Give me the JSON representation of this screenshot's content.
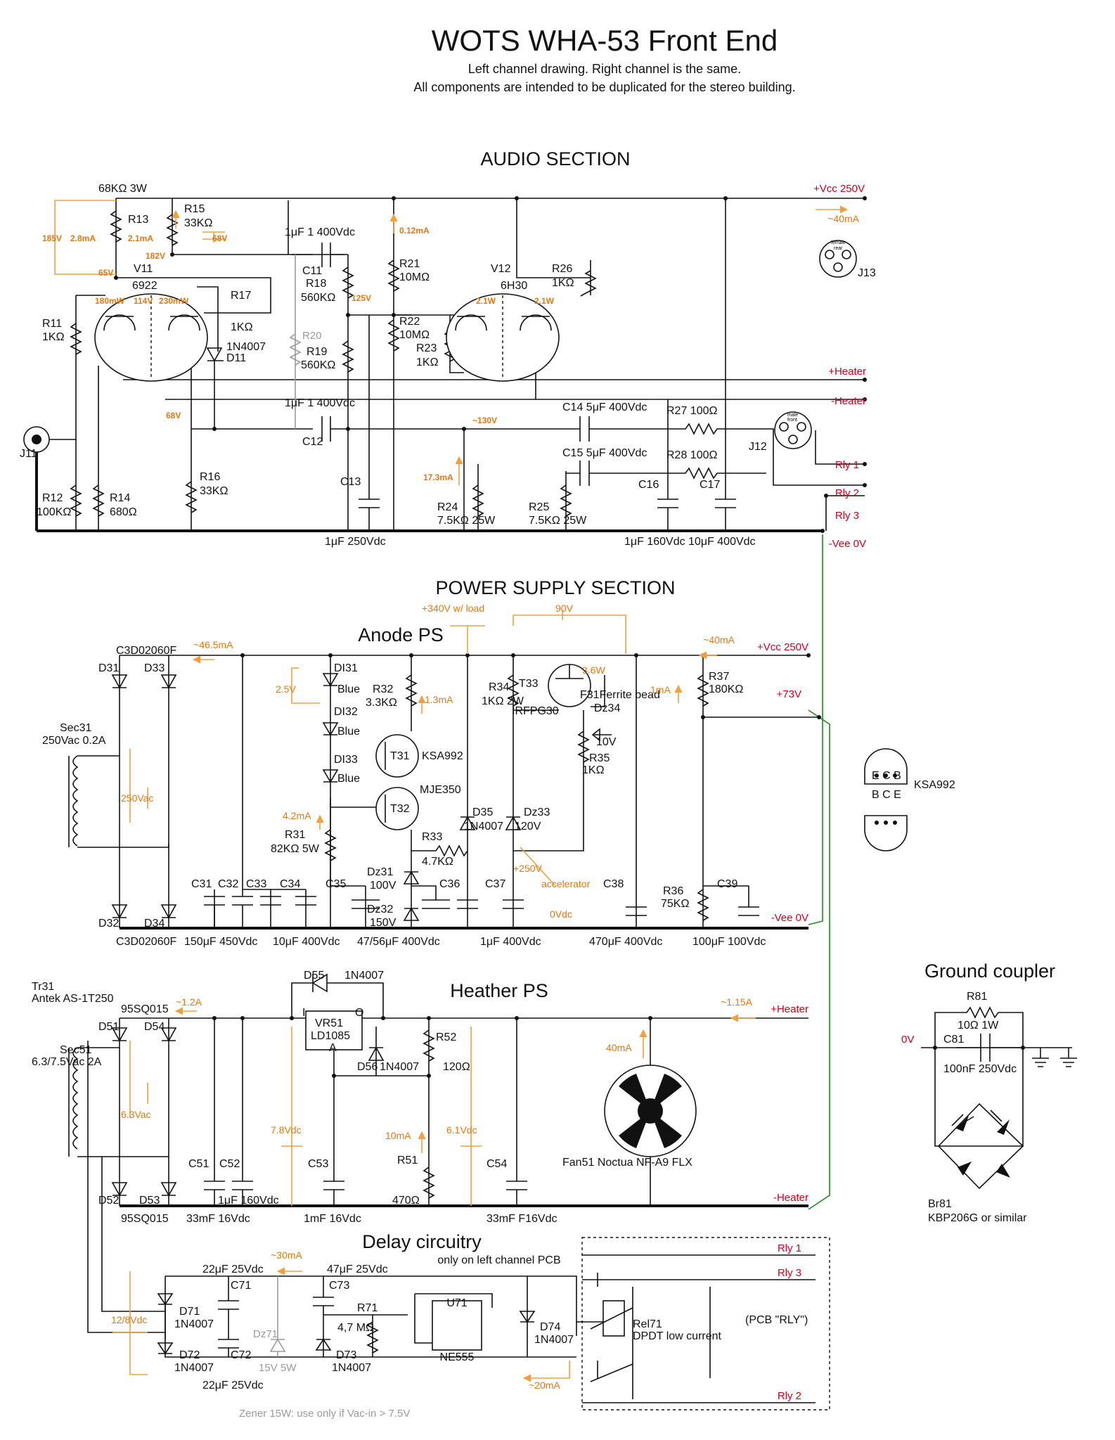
{
  "header": {
    "title": "WOTS WHA-53 Front End",
    "subtitle1": "Left channel drawing. Right channel is the same.",
    "subtitle2": "All components are intended to be duplicated for the stereo building."
  },
  "sections": {
    "audio": "AUDIO SECTION",
    "power": "POWER SUPPLY SECTION",
    "anode": "Anode PS",
    "heather": "Heather PS",
    "delay": "Delay circuitry",
    "delay_note": "only on left channel PCB",
    "ground": "Ground coupler"
  },
  "rails": {
    "vcc": "+Vcc 250V",
    "vcc_current": "~40mA",
    "heater_pos": "+Heater",
    "heater_neg": "-Heater",
    "rly1": "Rly 1",
    "rly2": "Rly 2",
    "rly3": "Rly 3",
    "vee": "-Vee 0V",
    "v73": "+73V",
    "vee2": "-Vee 0V",
    "vcc2": "+Vcc 250V",
    "vcc2_current": "~40mA",
    "heater_pos2": "+Heater",
    "heater_pos2_current": "~1.15A",
    "heater_neg2": "-Heater",
    "rly1b": "Rly 1",
    "rly3b": "Rly 3",
    "rly2b": "Rly 2"
  },
  "audio": {
    "r13": "R13",
    "r13_val": "68KΩ 3W",
    "r13_i": "2.1mA",
    "v185": "185V",
    "i28": "2.8mA",
    "r15": "R15",
    "r15_val": "33KΩ",
    "v68a": "68V",
    "v182": "182V",
    "v65": "65V",
    "v11": "V11",
    "v11_type": "6922",
    "p180": "180mW",
    "v114": "114V",
    "p230": "230mW",
    "r17": "R17",
    "r17_val": "1KΩ",
    "d11_type": "1N4007",
    "d11": "D11",
    "r11": "R11",
    "r11_val": "1KΩ",
    "r12": "R12",
    "r12_val": "100KΩ",
    "r14": "R14",
    "r14_val": "680Ω",
    "r16": "R16",
    "r16_val": "33KΩ",
    "v68b": "68V",
    "j11": "J11",
    "c11_val": "1μF 1 400Vdc",
    "c11": "C11",
    "r18": "R18",
    "r18_val": "560KΩ",
    "r20": "R20",
    "r19": "R19",
    "r19_val": "560KΩ",
    "v125": "125V",
    "c12_val": "1μF 1 400Vdc",
    "c12": "C12",
    "i012": "0.12mA",
    "r21": "R21",
    "r21_val": "10MΩ",
    "r22": "R22",
    "r22_val": "10MΩ",
    "r23": "R23",
    "r23_val": "1KΩ",
    "c13": "C13",
    "c13_val": "1μF 250Vdc",
    "v12": "V12",
    "v12_type": "6H30",
    "p21a": "2.1W",
    "p21b": "2.1W",
    "r26": "R26",
    "r26_val": "1KΩ",
    "v130": "~130V",
    "i173": "17.3mA",
    "r24": "R24",
    "r24_val": "7.5KΩ 25W",
    "r25": "R25",
    "r25_val": "7.5KΩ 25W",
    "c14_val": "C14 5μF 400Vdc",
    "c15_val": "C15 5μF 400Vdc",
    "r27_val": "R27 100Ω",
    "r28_val": "R28 100Ω",
    "c16": "C16",
    "c17": "C17",
    "c16_17_val": "1μF 160Vdc 10μF 400Vdc",
    "j12": "J12",
    "j13": "J13",
    "female": "female",
    "rear": "rear",
    "male": "male",
    "front": "front"
  },
  "anode": {
    "i465": "~46.5mA",
    "c3d_top": "C3D02060F",
    "d31": "D31",
    "d33": "D33",
    "d32": "D32",
    "d34": "D34",
    "c3d_bot": "C3D02060F",
    "sec31": "Sec31",
    "sec31_val": "250Vac 0.2A",
    "v250ac": "250Vac",
    "v25": "2.5V",
    "di31": "DI31",
    "blue1": "Blue",
    "di32": "DI32",
    "blue2": "Blue",
    "di33": "DI33",
    "blue3": "Blue",
    "i42": "4.2mA",
    "r31": "R31",
    "r31_val": "82KΩ 5W",
    "r32": "R32",
    "r32_val": "3.3KΩ",
    "i13": "1.3mA",
    "t31": "T31",
    "t31_type": "KSA992",
    "t32": "T32",
    "t32_type": "MJE350",
    "r33": "R33",
    "r33_val": "4.7KΩ",
    "dz31": "Dz31",
    "dz31_val": "100V",
    "dz32": "Dz32",
    "dz32_val": "150V",
    "v340": "+340V w/ load",
    "v90": "90V",
    "r34": "R34",
    "r34_val": "1KΩ 2W",
    "t33": "T33",
    "t33_type": "IRFPG30",
    "p36": "3.6W",
    "f31": "F31Ferrite bead",
    "dz34": "Dz34",
    "dz34_val": "10V",
    "r35": "R35",
    "r35_val": "1KΩ",
    "d35": "D35",
    "d35_type": "1N4007",
    "dz33": "Dz33",
    "dz33_val": "120V",
    "v250p": "+250V",
    "accel": "accelerator",
    "i1": "1mA",
    "r37": "R37",
    "r37_val": "180KΩ",
    "r36": "R36",
    "r36_val": "75KΩ",
    "c31": "C31",
    "c32": "C32",
    "c33": "C33",
    "c34": "C34",
    "c35": "C35",
    "c36": "C36",
    "c37": "C37",
    "c38": "C38",
    "c39": "C39",
    "c31_33_val": "150μF 450Vdc",
    "c34_val": "10μF 400Vdc",
    "c35_val": "47/56μF 400Vdc",
    "c37_val": "1μF 400Vdc",
    "c38_val": "470μF 400Vdc",
    "c39_val": "100μF 100Vdc",
    "v0dc": "0Vdc",
    "ecb": "E C B",
    "bce": "B C E",
    "ksa": "KSA992",
    "tr31": "Tr31",
    "tr31_val": "Antek AS-1T250"
  },
  "heather": {
    "i12": "~1.2A",
    "sq_top": "95SQ015",
    "d51": "D51",
    "d54": "D54",
    "d52": "D52",
    "d53": "D53",
    "sq_bot": "95SQ015",
    "sec51": "Sec51",
    "sec51_val": "6.3/7.5Vac 2A",
    "v63ac": "6.3Vac",
    "d55": "D55",
    "d55_type": "1N4007",
    "vr51": "VR51",
    "vr51_type": "LD1085",
    "vr_i": "I",
    "vr_o": "O",
    "vr_a": "A",
    "d56": "D56",
    "d56_type": "1N4007",
    "r52": "R52",
    "r52_val": "120Ω",
    "r51": "R51",
    "r51_val": "470Ω",
    "i10": "10mA",
    "v78": "7.8Vdc",
    "v61": "6.1Vdc",
    "c51": "C51",
    "c52": "C52",
    "c52_val": "1μF 160Vdc",
    "c51_val": "33mF 16Vdc",
    "c53": "C53",
    "c53_val": "1mF 16Vdc",
    "c54": "C54",
    "c54_val": "33mF F16Vdc",
    "fan": "Fan51  Noctua NF-A9 FLX",
    "i40": "40mA"
  },
  "delay": {
    "i30": "~30mA",
    "c71_val": "22μF 25Vdc",
    "c71": "C71",
    "c73_val": "47μF 25Vdc",
    "c73": "C73",
    "v128": "12/8Vdc",
    "d71": "D71",
    "d71_type": "1N4007",
    "d72": "D72",
    "d72_type": "1N4007",
    "c72": "C72",
    "c72_val": "22μF 25Vdc",
    "dz71": "Dz71",
    "dz71_val": "15V 5W",
    "r71": "R71",
    "r71_val": "4,7 MΩ",
    "d73": "D73",
    "d73_type": "1N4007",
    "u71": "U71",
    "ne555": "NE555",
    "d74": "D74",
    "d74_type": "1N4007",
    "i20": "~20mA",
    "rel71": "Rel71",
    "rel71_val": "DPDT low current",
    "pcb": "(PCB \"RLY\")",
    "zener_note": "Zener 15W: use only if Vac-in > 7.5V"
  },
  "ground": {
    "r81": "R81",
    "r81_val": "10Ω 1W",
    "v0": "0V",
    "c81": "C81",
    "c81_val": "100nF 250Vdc",
    "br81": "Br81",
    "br81_val": "KBP206G or similar"
  },
  "colors": {
    "wire": "#111111",
    "annotation": "#e07a10",
    "rail_label": "#d0021b",
    "ground_link": "#1e8a1e",
    "optional": "#9a9a9a"
  }
}
